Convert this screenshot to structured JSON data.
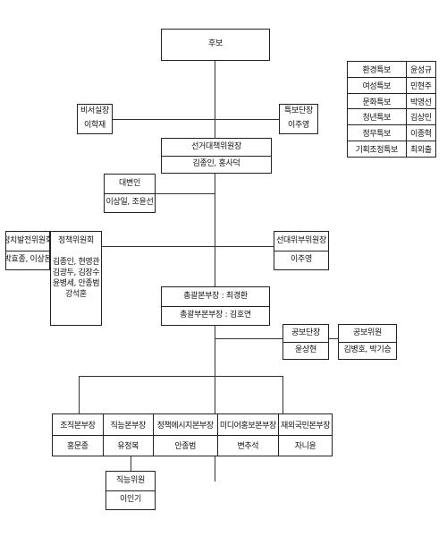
{
  "top": {
    "title": "후보"
  },
  "secretary": {
    "title": "비서실장",
    "name": "이학재"
  },
  "special_team": {
    "title": "특보단장",
    "name": "이주영"
  },
  "special_advisors": [
    {
      "role": "환경특보",
      "name": "윤성규"
    },
    {
      "role": "여성특보",
      "name": "민현주"
    },
    {
      "role": "문화특보",
      "name": "박영선"
    },
    {
      "role": "청년특보",
      "name": "김상민"
    },
    {
      "role": "정무특보",
      "name": "이종혁"
    },
    {
      "role": "기획조정특보",
      "name": "최외출"
    }
  ],
  "committee_chair": {
    "title": "선거대책위원장",
    "name": "김종인, 홍사덕"
  },
  "spokesperson": {
    "title": "대변인",
    "name": "이상일, 조윤선"
  },
  "political_dev": {
    "title": "정치발전위원회",
    "name": "박효종, 이상돈"
  },
  "policy_committee": {
    "title": "정책위원회",
    "names": [
      "김종인, 현영관",
      "김광두, 김장수",
      "윤병세, 안종범",
      "강석훈"
    ]
  },
  "vice_chair": {
    "title": "선대위부위원장",
    "name": "이주영"
  },
  "hq": {
    "chief": "총괄본부장 : 최경환",
    "deputy": "총괄부본부장 : 김호연"
  },
  "pr_team": {
    "title": "공보단장",
    "name": "윤상현"
  },
  "pr_members": {
    "title": "공보위원",
    "name": "김병호, 박기승"
  },
  "divisions": [
    {
      "title": "조직본부장",
      "name": "홍문종"
    },
    {
      "title": "직능본부장",
      "name": "유정복"
    },
    {
      "title": "정책메시지본부장",
      "name": "안종범"
    },
    {
      "title": "미디어홍보본부장",
      "name": "변추석"
    },
    {
      "title": "재외국민본부장",
      "name": "자니윤"
    }
  ],
  "vocational_member": {
    "title": "직능위원",
    "name": "이인기"
  }
}
